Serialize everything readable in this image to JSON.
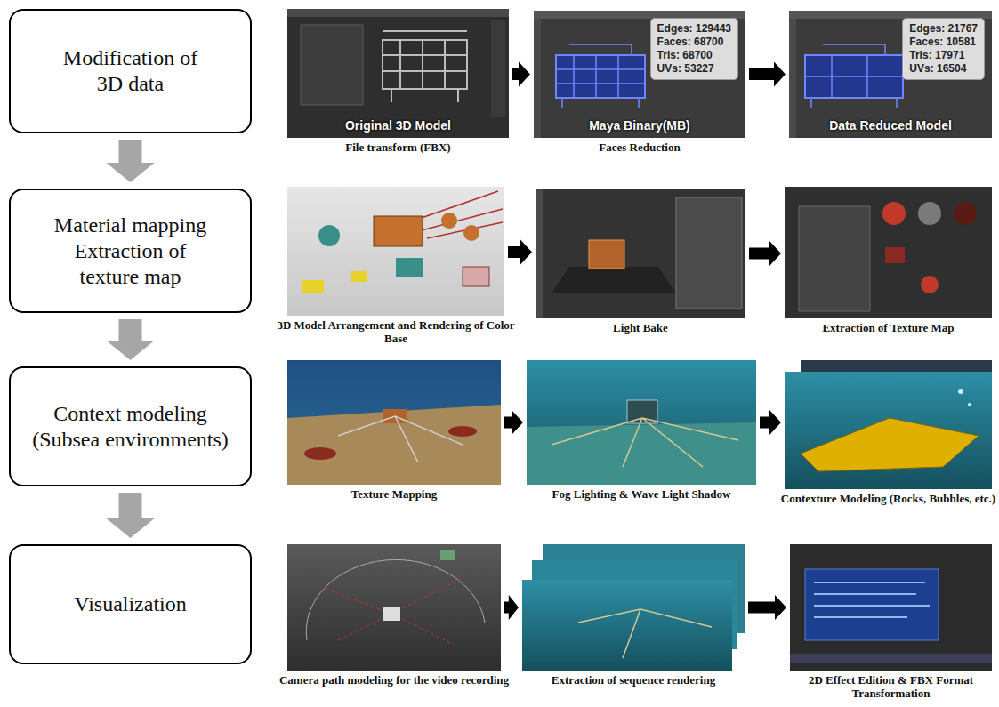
{
  "diagram": {
    "nodes": [
      {
        "text": [
          "Modification of 3D data"
        ]
      },
      {
        "text": [
          "Original 3D Model",
          "File transform (FBX)"
        ]
      },
      {
        "text": [
          "Maya Binary(MB)",
          "Faces Reduction"
        ]
      },
      {
        "text": [
          "Edges: 129443",
          "Faces: 68700",
          "Tris: 68700",
          "UVs: 53227"
        ],
        "in": 2
      },
      {
        "text": [
          "Data Reduced Model"
        ]
      },
      {
        "text": [
          "Edges: 21767",
          "Faces: 10581",
          "Tris: 17971",
          "UVs: 16504"
        ],
        "in": 4
      },
      {
        "text": [
          "Material mapping Extraction of texture map"
        ]
      },
      {
        "text": [
          "3D Model Arrangement and Rendering of Color Base"
        ]
      },
      {
        "text": [
          "Light Bake"
        ]
      },
      {
        "text": [
          "Extraction of Texture Map"
        ]
      },
      {
        "text": [
          "Context modeling (Subsea environments)"
        ]
      },
      {
        "text": [
          "Texture Mapping"
        ]
      },
      {
        "text": [
          "Fog Lighting & Wave Light Shadow"
        ]
      },
      {
        "text": [
          "Contexture Modeling (Rocks, Bubbles, etc.)"
        ]
      },
      {
        "text": [
          "Visualization"
        ]
      },
      {
        "text": [
          "Camera path modeling for the video recording"
        ]
      },
      {
        "text": [
          "Extraction of sequence rendering"
        ]
      },
      {
        "text": [
          "2D Effect Edition & FBX Format Transformation"
        ]
      }
    ],
    "edges": [
      {
        "from": 0,
        "to": 6,
        "arrow": "to"
      },
      {
        "from": 6,
        "to": 10,
        "arrow": "to"
      },
      {
        "from": 10,
        "to": 14,
        "arrow": "to"
      },
      {
        "from": 1,
        "to": 2,
        "arrow": "to"
      },
      {
        "from": 2,
        "to": 4,
        "arrow": "to"
      },
      {
        "from": 7,
        "to": 8,
        "arrow": "to"
      },
      {
        "from": 8,
        "to": 9,
        "arrow": "to"
      },
      {
        "from": 11,
        "to": 12,
        "arrow": "to"
      },
      {
        "from": 12,
        "to": 13,
        "arrow": "to"
      },
      {
        "from": 15,
        "to": 16,
        "arrow": "to"
      },
      {
        "from": 16,
        "to": 17,
        "arrow": "to"
      }
    ]
  }
}
